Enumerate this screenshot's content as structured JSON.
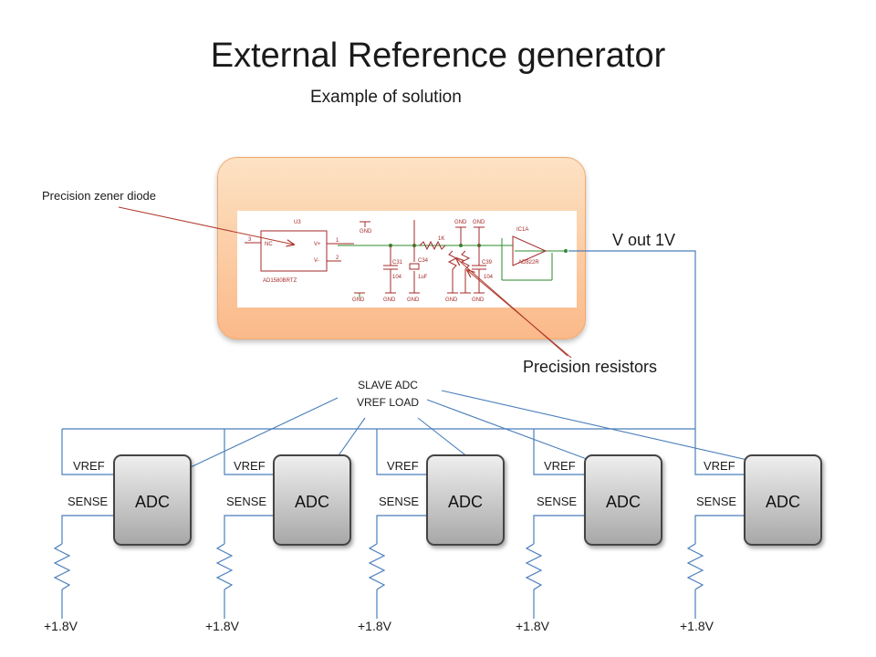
{
  "title": "External Reference generator",
  "subtitle": "Example of solution",
  "callouts": {
    "zener": "Precision zener diode",
    "vout": "V out 1V",
    "resistors": "Precision resistors",
    "slave_line1": "SLAVE ADC",
    "slave_line2": "VREF LOAD"
  },
  "schematic": {
    "u3": "U3",
    "nc": "NC",
    "vplus": "V+",
    "vminus": "V-",
    "part": "AD1580BRTZ",
    "pin3": "3",
    "pin1": "1",
    "pin2": "2",
    "c31": "C31",
    "c31v": "104",
    "c34": "C34",
    "c34v": "1uF",
    "r1k": "1K",
    "c39": "C39",
    "c39v": "104",
    "ic1a": "IC1A",
    "opamp": "AD822R",
    "gnd": "GND"
  },
  "adc_units": [
    {
      "label": "ADC",
      "vref": "VREF",
      "sense": "SENSE",
      "supply": "+1.8V"
    },
    {
      "label": "ADC",
      "vref": "VREF",
      "sense": "SENSE",
      "supply": "+1.8V"
    },
    {
      "label": "ADC",
      "vref": "VREF",
      "sense": "SENSE",
      "supply": "+1.8V"
    },
    {
      "label": "ADC",
      "vref": "VREF",
      "sense": "SENSE",
      "supply": "+1.8V"
    },
    {
      "label": "ADC",
      "vref": "VREF",
      "sense": "SENSE",
      "supply": "+1.8V"
    }
  ],
  "colors": {
    "wire": "#4a7ebb",
    "arrow_red": "#b03a2e",
    "schematic": "#a52a2a",
    "node": "#2e8b2e"
  }
}
